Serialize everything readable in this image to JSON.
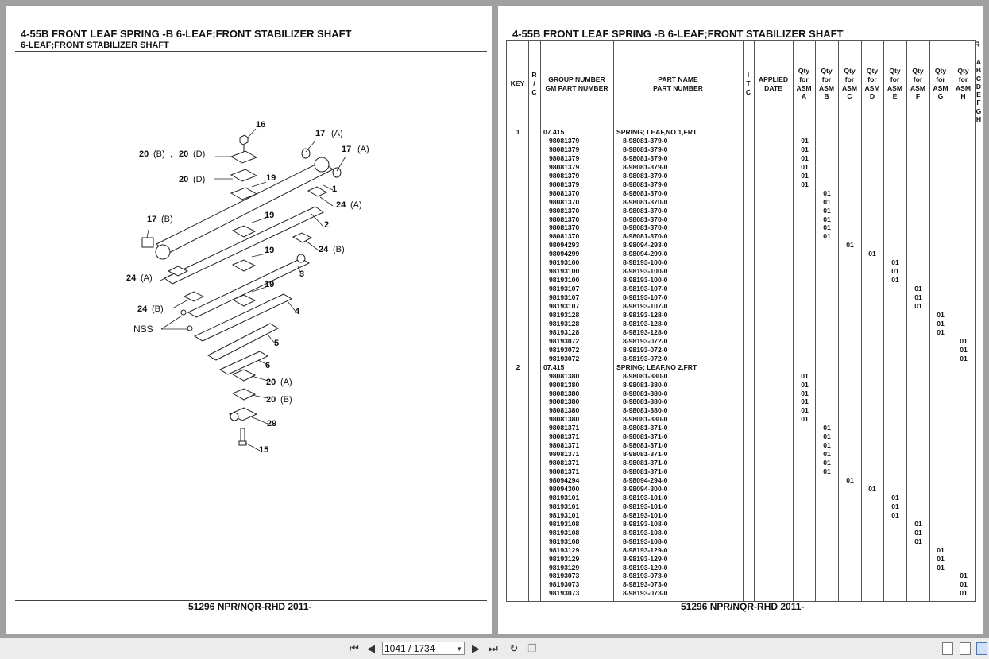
{
  "left_page": {
    "title": "4-55B   FRONT LEAF SPRING -B 6-LEAF;FRONT STABILIZER SHAFT",
    "subtitle": "6-LEAF;FRONT STABILIZER SHAFT",
    "footer": "51296 NPR/NQR-RHD 2011-",
    "callouts": {
      "c16": "16",
      "c17a": "17",
      "c17a_s": "(A)",
      "c17a2": "17",
      "c17a2_s": "(A)",
      "c20bd_1": "20",
      "c20bd_1s": "(B)",
      "c20bd_sep": ",",
      "c20bd_2": "20",
      "c20bd_2s": "(D)",
      "c20d": "20",
      "c20d_s": "(D)",
      "c19a": "19",
      "c1": "1",
      "c24a": "24",
      "c24a_s": "(A)",
      "c17b": "17",
      "c17b_s": "(B)",
      "c19b": "19",
      "c2": "2",
      "c24b": "24",
      "c24b_s": "(B)",
      "c19c": "19",
      "c24a2": "24",
      "c24a2_s": "(A)",
      "c3": "3",
      "c19d": "19",
      "c24b2": "24",
      "c24b2_s": "(B)",
      "c4": "4",
      "nss": "NSS",
      "c5": "5",
      "c6": "6",
      "c20a": "20",
      "c20a_s": "(A)",
      "c20b": "20",
      "c20b_s": "(B)",
      "c29": "29",
      "c15": "15"
    }
  },
  "right_page": {
    "title": "4-55B   FRONT LEAF SPRING -B 6-LEAF;FRONT STABILIZER SHAFT",
    "footer": "51296 NPR/NQR-RHD 2011-",
    "r_label": "R",
    "headers": {
      "key": "KEY",
      "rtc": "R\n/\nC",
      "group": "GROUP NUMBER\nGM PART NUMBER",
      "part": "PART NAME\nPART NUMBER",
      "itc": "I\nT\nC",
      "applied": "APPLIED\nDATE",
      "qa": "Qty\nfor\nASM\nA",
      "qb": "Qty\nfor\nASM\nB",
      "qc": "Qty\nfor\nASM\nC",
      "qd": "Qty\nfor\nASM\nD",
      "qe": "Qty\nfor\nASM\nE",
      "qf": "Qty\nfor\nASM\nF",
      "qg": "Qty\nfor\nASM\nG",
      "qh": "Qty\nfor\nASM\nH",
      "letters": "A\nB\nC\nD\nE\nF\nG\nH"
    },
    "rows": [
      {
        "key": "1",
        "group": "07.415",
        "name": "SPRING; LEAF,NO 1,FRT",
        "qty_col": "",
        "qty": ""
      },
      {
        "key": "",
        "group": "98081379",
        "name": "8-98081-379-0",
        "qty_col": "A",
        "qty": "01"
      },
      {
        "key": "",
        "group": "98081379",
        "name": "8-98081-379-0",
        "qty_col": "A",
        "qty": "01"
      },
      {
        "key": "",
        "group": "98081379",
        "name": "8-98081-379-0",
        "qty_col": "A",
        "qty": "01"
      },
      {
        "key": "",
        "group": "98081379",
        "name": "8-98081-379-0",
        "qty_col": "A",
        "qty": "01"
      },
      {
        "key": "",
        "group": "98081379",
        "name": "8-98081-379-0",
        "qty_col": "A",
        "qty": "01"
      },
      {
        "key": "",
        "group": "98081379",
        "name": "8-98081-379-0",
        "qty_col": "A",
        "qty": "01"
      },
      {
        "key": "",
        "group": "98081370",
        "name": "8-98081-370-0",
        "qty_col": "B",
        "qty": "01"
      },
      {
        "key": "",
        "group": "98081370",
        "name": "8-98081-370-0",
        "qty_col": "B",
        "qty": "01"
      },
      {
        "key": "",
        "group": "98081370",
        "name": "8-98081-370-0",
        "qty_col": "B",
        "qty": "01"
      },
      {
        "key": "",
        "group": "98081370",
        "name": "8-98081-370-0",
        "qty_col": "B",
        "qty": "01"
      },
      {
        "key": "",
        "group": "98081370",
        "name": "8-98081-370-0",
        "qty_col": "B",
        "qty": "01"
      },
      {
        "key": "",
        "group": "98081370",
        "name": "8-98081-370-0",
        "qty_col": "B",
        "qty": "01"
      },
      {
        "key": "",
        "group": "98094293",
        "name": "8-98094-293-0",
        "qty_col": "C",
        "qty": "01"
      },
      {
        "key": "",
        "group": "98094299",
        "name": "8-98094-299-0",
        "qty_col": "D",
        "qty": "01"
      },
      {
        "key": "",
        "group": "98193100",
        "name": "8-98193-100-0",
        "qty_col": "E",
        "qty": "01"
      },
      {
        "key": "",
        "group": "98193100",
        "name": "8-98193-100-0",
        "qty_col": "E",
        "qty": "01"
      },
      {
        "key": "",
        "group": "98193100",
        "name": "8-98193-100-0",
        "qty_col": "E",
        "qty": "01"
      },
      {
        "key": "",
        "group": "98193107",
        "name": "8-98193-107-0",
        "qty_col": "F",
        "qty": "01"
      },
      {
        "key": "",
        "group": "98193107",
        "name": "8-98193-107-0",
        "qty_col": "F",
        "qty": "01"
      },
      {
        "key": "",
        "group": "98193107",
        "name": "8-98193-107-0",
        "qty_col": "F",
        "qty": "01"
      },
      {
        "key": "",
        "group": "98193128",
        "name": "8-98193-128-0",
        "qty_col": "G",
        "qty": "01"
      },
      {
        "key": "",
        "group": "98193128",
        "name": "8-98193-128-0",
        "qty_col": "G",
        "qty": "01"
      },
      {
        "key": "",
        "group": "98193128",
        "name": "8-98193-128-0",
        "qty_col": "G",
        "qty": "01"
      },
      {
        "key": "",
        "group": "98193072",
        "name": "8-98193-072-0",
        "qty_col": "H",
        "qty": "01"
      },
      {
        "key": "",
        "group": "98193072",
        "name": "8-98193-072-0",
        "qty_col": "H",
        "qty": "01"
      },
      {
        "key": "",
        "group": "98193072",
        "name": "8-98193-072-0",
        "qty_col": "H",
        "qty": "01"
      },
      {
        "key": "2",
        "group": "07.415",
        "name": "SPRING; LEAF,NO 2,FRT",
        "qty_col": "",
        "qty": ""
      },
      {
        "key": "",
        "group": "98081380",
        "name": "8-98081-380-0",
        "qty_col": "A",
        "qty": "01"
      },
      {
        "key": "",
        "group": "98081380",
        "name": "8-98081-380-0",
        "qty_col": "A",
        "qty": "01"
      },
      {
        "key": "",
        "group": "98081380",
        "name": "8-98081-380-0",
        "qty_col": "A",
        "qty": "01"
      },
      {
        "key": "",
        "group": "98081380",
        "name": "8-98081-380-0",
        "qty_col": "A",
        "qty": "01"
      },
      {
        "key": "",
        "group": "98081380",
        "name": "8-98081-380-0",
        "qty_col": "A",
        "qty": "01"
      },
      {
        "key": "",
        "group": "98081380",
        "name": "8-98081-380-0",
        "qty_col": "A",
        "qty": "01"
      },
      {
        "key": "",
        "group": "98081371",
        "name": "8-98081-371-0",
        "qty_col": "B",
        "qty": "01"
      },
      {
        "key": "",
        "group": "98081371",
        "name": "8-98081-371-0",
        "qty_col": "B",
        "qty": "01"
      },
      {
        "key": "",
        "group": "98081371",
        "name": "8-98081-371-0",
        "qty_col": "B",
        "qty": "01"
      },
      {
        "key": "",
        "group": "98081371",
        "name": "8-98081-371-0",
        "qty_col": "B",
        "qty": "01"
      },
      {
        "key": "",
        "group": "98081371",
        "name": "8-98081-371-0",
        "qty_col": "B",
        "qty": "01"
      },
      {
        "key": "",
        "group": "98081371",
        "name": "8-98081-371-0",
        "qty_col": "B",
        "qty": "01"
      },
      {
        "key": "",
        "group": "98094294",
        "name": "8-98094-294-0",
        "qty_col": "C",
        "qty": "01"
      },
      {
        "key": "",
        "group": "98094300",
        "name": "8-98094-300-0",
        "qty_col": "D",
        "qty": "01"
      },
      {
        "key": "",
        "group": "98193101",
        "name": "8-98193-101-0",
        "qty_col": "E",
        "qty": "01"
      },
      {
        "key": "",
        "group": "98193101",
        "name": "8-98193-101-0",
        "qty_col": "E",
        "qty": "01"
      },
      {
        "key": "",
        "group": "98193101",
        "name": "8-98193-101-0",
        "qty_col": "E",
        "qty": "01"
      },
      {
        "key": "",
        "group": "98193108",
        "name": "8-98193-108-0",
        "qty_col": "F",
        "qty": "01"
      },
      {
        "key": "",
        "group": "98193108",
        "name": "8-98193-108-0",
        "qty_col": "F",
        "qty": "01"
      },
      {
        "key": "",
        "group": "98193108",
        "name": "8-98193-108-0",
        "qty_col": "F",
        "qty": "01"
      },
      {
        "key": "",
        "group": "98193129",
        "name": "8-98193-129-0",
        "qty_col": "G",
        "qty": "01"
      },
      {
        "key": "",
        "group": "98193129",
        "name": "8-98193-129-0",
        "qty_col": "G",
        "qty": "01"
      },
      {
        "key": "",
        "group": "98193129",
        "name": "8-98193-129-0",
        "qty_col": "G",
        "qty": "01"
      },
      {
        "key": "",
        "group": "98193073",
        "name": "8-98193-073-0",
        "qty_col": "H",
        "qty": "01"
      },
      {
        "key": "",
        "group": "98193073",
        "name": "8-98193-073-0",
        "qty_col": "H",
        "qty": "01"
      },
      {
        "key": "",
        "group": "98193073",
        "name": "8-98193-073-0",
        "qty_col": "H",
        "qty": "01"
      }
    ]
  },
  "toolbar": {
    "page_indicator": "1041 / 1734",
    "icons": [
      "first-page-icon",
      "prev-page-icon",
      "next-page-icon",
      "last-page-icon",
      "rotate-icon",
      "fit-icon",
      "single-page-view-icon",
      "continuous-view-icon",
      "facing-view-icon"
    ]
  }
}
